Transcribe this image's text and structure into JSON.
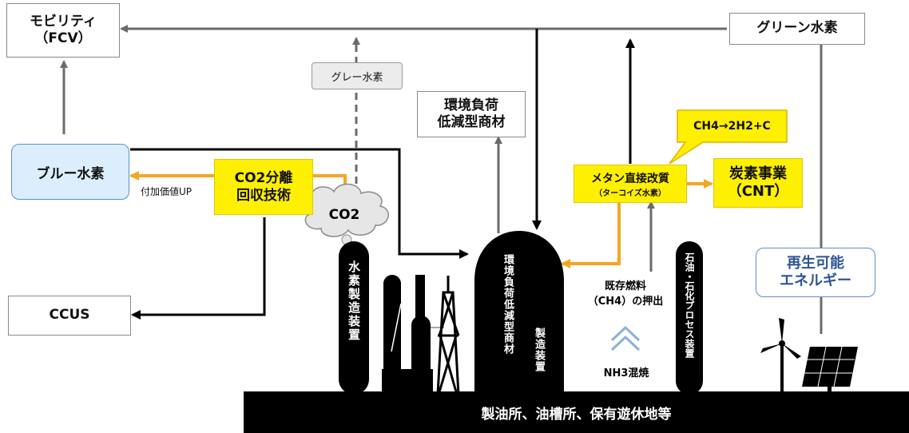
{
  "nodes": {
    "mobility": "モビリティ\n（FCV）",
    "green_hydrogen": "グリーン水素",
    "gray_hydrogen": "グレー水素",
    "env_material": "環境負荷\n低減型商材",
    "reaction": "CH4→2H2+C",
    "blue_hydrogen": "ブルー水素",
    "co2_capture": "CO2分離\n回収技術",
    "co2": "CO2",
    "value_add": "付加価値UP",
    "methane_title": "メタン直接改質",
    "methane_sub": "（ターコイズ水素）",
    "carbon_business": "炭素事業\n（CNT）",
    "renewable": "再生可能\nエネルギー",
    "ccus": "CCUS",
    "h2_plant": "水素製造装置",
    "env_plant_a": "環境負荷低減型商材",
    "env_plant_b": "製造装置",
    "petrochem_plant": "石油・石化プロセス装置",
    "fuel_push": "既存燃料\n（CH4）の押出",
    "nh3": "NH3混焼",
    "ground": "製油所、油槽所、保有遊休地等"
  },
  "colors": {
    "arrow_gray": "#6b6b6b",
    "arrow_black": "#000000",
    "arrow_orange": "#f5a623",
    "yellow": "#ffef00",
    "blue_fill": "#dceefb",
    "blue_text": "#2e5597"
  },
  "icons": [
    "chevron-up-icon",
    "wind-turbine-icon",
    "solar-panel-icon",
    "distillation-tower-icon",
    "flare-stack-icon",
    "cloud-icon"
  ]
}
